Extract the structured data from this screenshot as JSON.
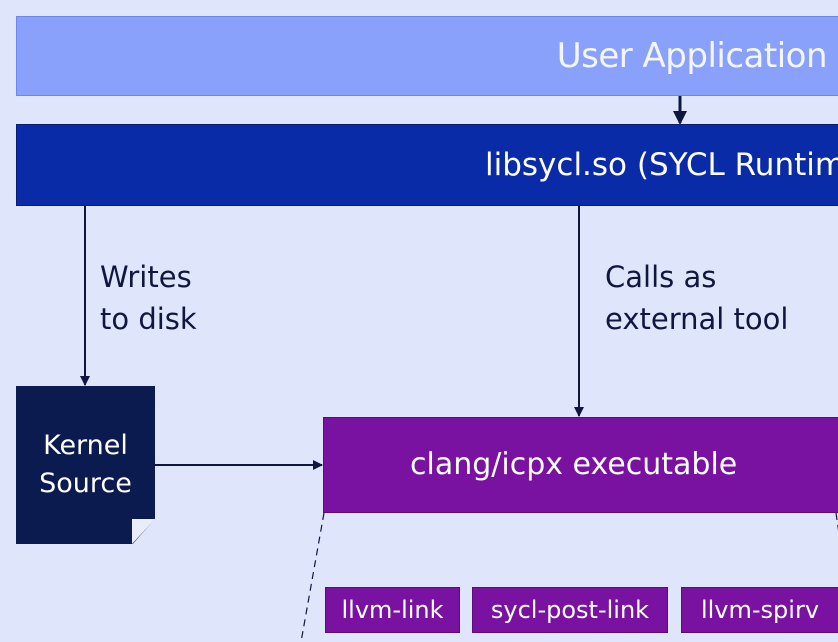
{
  "diagram": {
    "user_application": "User Application",
    "runtime": "libsycl.so (SYCL Runtime)",
    "kernel_source": [
      "Kernel",
      "Source"
    ],
    "writes_label": [
      "Writes",
      "to disk"
    ],
    "calls_label": [
      "Calls as",
      "external tool"
    ],
    "clang_executable": "clang/icpx executable",
    "tools": [
      "llvm-link",
      "sycl-post-link",
      "llvm-spirv"
    ]
  },
  "colors": {
    "background": "#dfe6fb",
    "user_application": "#8aa1fb",
    "runtime": "#0a2ba8",
    "kernel_source": "#0b1a4f",
    "clang_and_tools": "#7a12a1",
    "arrow": "#0f1740"
  }
}
